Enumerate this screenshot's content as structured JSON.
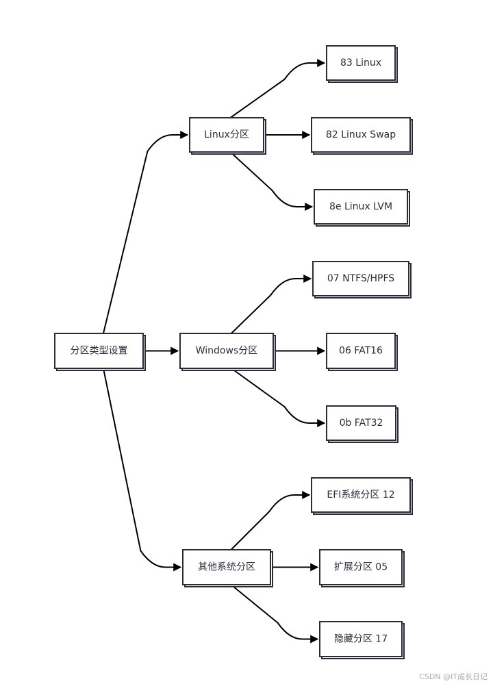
{
  "diagram": {
    "root": {
      "id": "root",
      "label": "分区类型设置"
    },
    "groups": [
      {
        "id": "linux",
        "label": "Linux分区",
        "children": [
          {
            "id": "linux-83",
            "label": "83 Linux"
          },
          {
            "id": "linux-82",
            "label": "82 Linux Swap"
          },
          {
            "id": "linux-8e",
            "label": "8e Linux LVM"
          }
        ]
      },
      {
        "id": "windows",
        "label": "Windows分区",
        "children": [
          {
            "id": "win-07",
            "label": "07 NTFS/HPFS"
          },
          {
            "id": "win-06",
            "label": "06 FAT16"
          },
          {
            "id": "win-0b",
            "label": "0b FAT32"
          }
        ]
      },
      {
        "id": "other",
        "label": "其他系统分区",
        "children": [
          {
            "id": "other-efi",
            "label": "EFI系统分区 12"
          },
          {
            "id": "other-ext",
            "label": "扩展分区 05"
          },
          {
            "id": "other-hidden",
            "label": "隐藏分区 17"
          }
        ]
      }
    ]
  },
  "colors": {
    "node_border": "#2b2b3b",
    "edge": "#000000",
    "text": "#2b2b3b",
    "background": "#ffffff"
  },
  "watermark": "CSDN @IT成长日记"
}
